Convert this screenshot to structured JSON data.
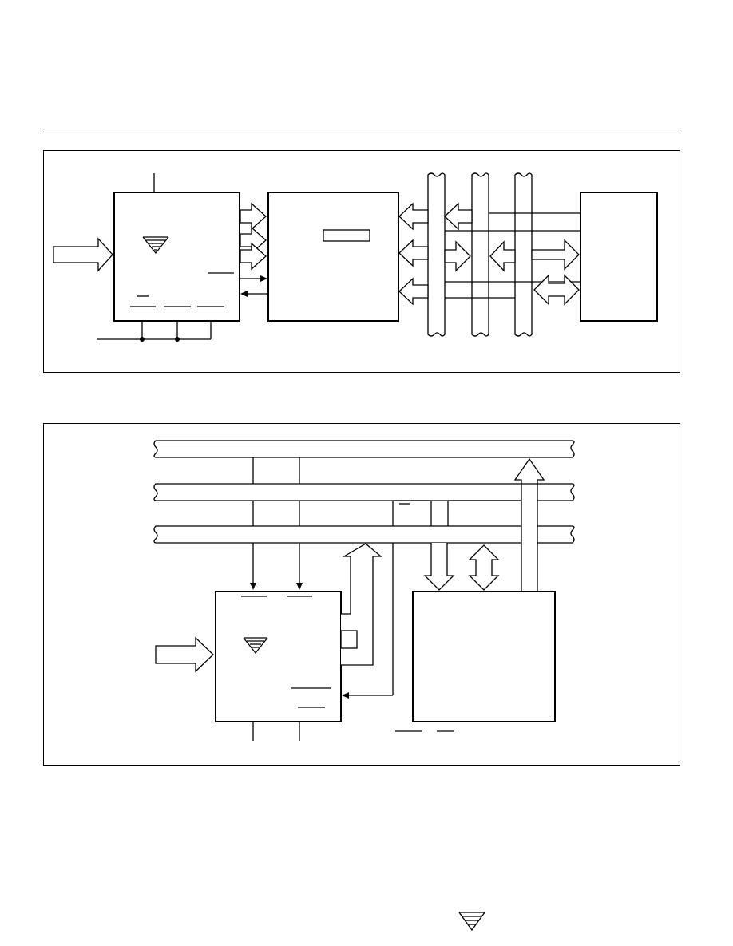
{
  "page": {
    "divider": true
  },
  "figure1": {
    "logo_icon": "vlsi-triangle-logo-icon",
    "blocks": [
      "controller-block",
      "peripheral-block",
      "right-device-block"
    ],
    "buses": 3
  },
  "figure2": {
    "logo_icon": "vlsi-triangle-logo-icon",
    "blocks": [
      "controller-block",
      "memory-block"
    ],
    "buses": 3
  },
  "footer": {
    "logo_icon": "vlsi-triangle-logo-icon"
  },
  "colors": {
    "line": "#000000",
    "background": "#ffffff"
  }
}
